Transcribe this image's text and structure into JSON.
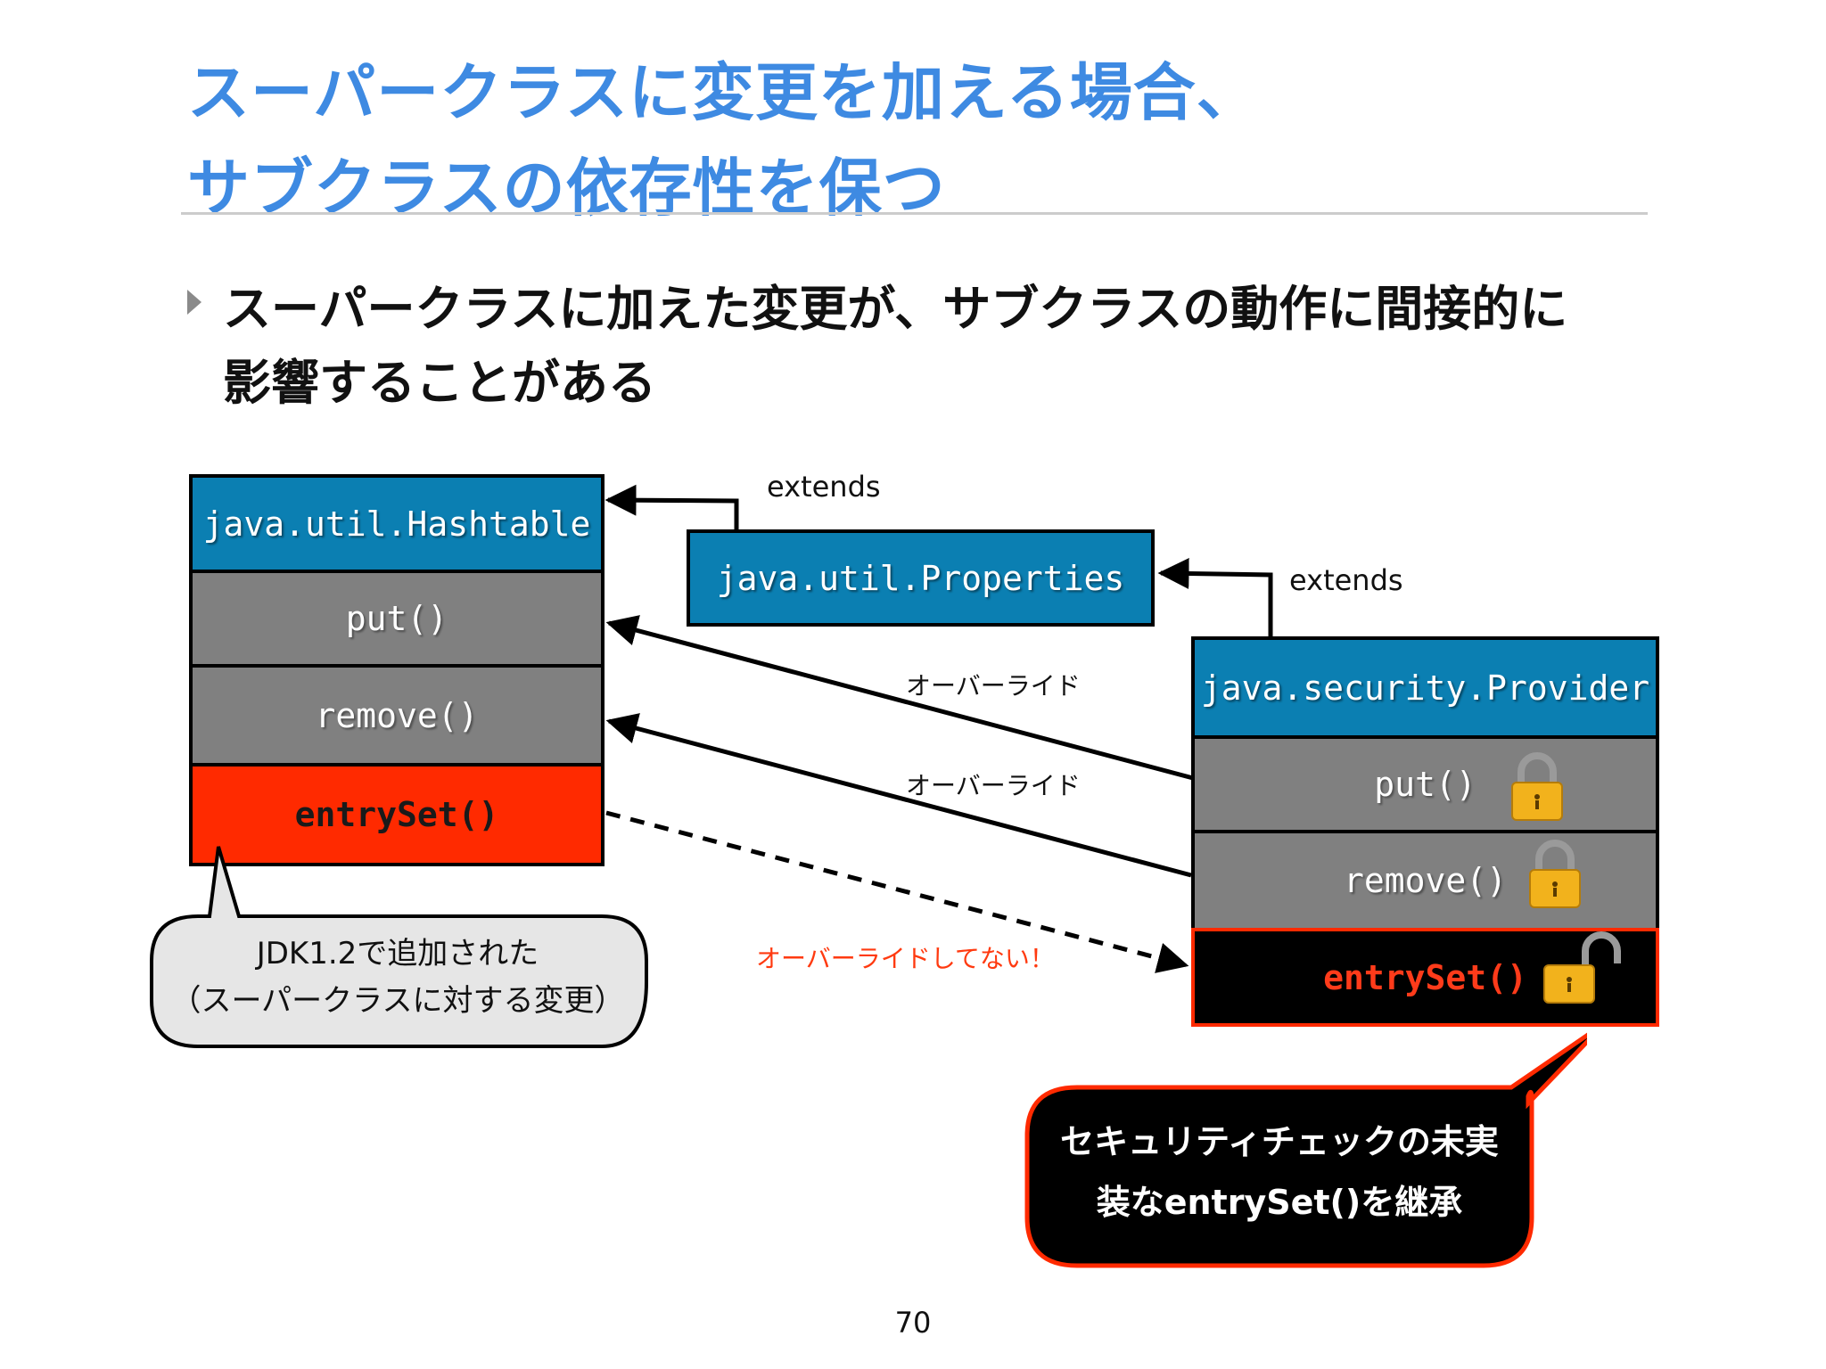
{
  "title": {
    "line1": "スーパークラスに変更を加える場合、",
    "line2": "サブクラスの依存性を保つ"
  },
  "bullet": {
    "line1": "スーパークラスに加えた変更が、サブクラスの動作に間接的に",
    "line2": "影響することがある"
  },
  "diagram": {
    "hashtable": {
      "class_name": "java.util.Hashtable",
      "methods": [
        "put()",
        "remove()",
        "entrySet()"
      ]
    },
    "properties": {
      "class_name": "java.util.Properties"
    },
    "provider": {
      "class_name": "java.security.Provider",
      "methods": [
        "put()",
        "remove()",
        "entrySet()"
      ]
    },
    "extends_label_1": "extends",
    "extends_label_2": "extends",
    "override_label_1": "オーバーライド",
    "override_label_2": "オーバーライド",
    "not_overridden_label": "オーバーライドしてない！",
    "callout_jdk": {
      "line1": "JDK1.2で追加された",
      "line2": "（スーパークラスに対する変更）"
    },
    "callout_security": {
      "line1": "セキュリティチェックの未実",
      "line2": "装なentrySet()を継承"
    },
    "colors": {
      "class_header": "#0b7fb2",
      "method": "#808080",
      "danger": "#ff2a00",
      "title": "#3e8ae2"
    },
    "icons": [
      "lock-closed-icon",
      "lock-closed-icon",
      "lock-open-icon"
    ]
  },
  "page_number": "70"
}
